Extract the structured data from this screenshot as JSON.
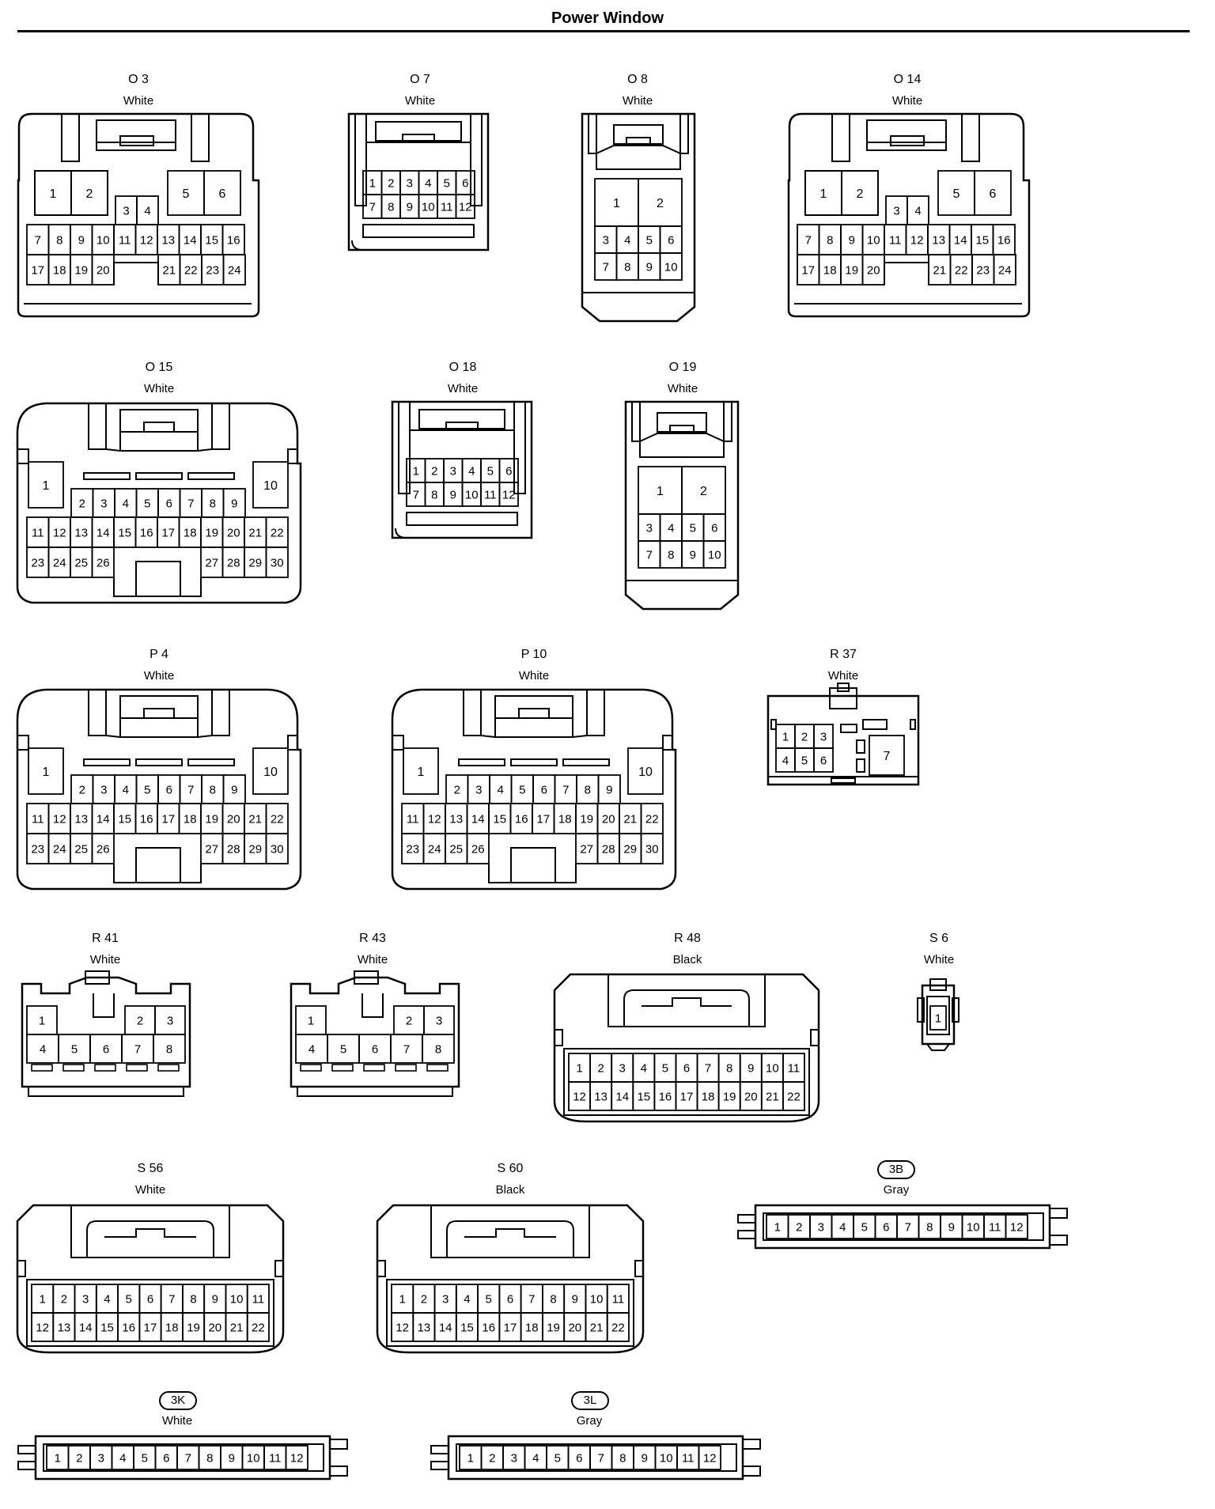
{
  "title": "Power Window",
  "connectors": [
    {
      "id": "O 3",
      "color": "White"
    },
    {
      "id": "O 7",
      "color": "White"
    },
    {
      "id": "O 8",
      "color": "White"
    },
    {
      "id": "O 14",
      "color": "White"
    },
    {
      "id": "O 15",
      "color": "White"
    },
    {
      "id": "O 18",
      "color": "White"
    },
    {
      "id": "O 19",
      "color": "White"
    },
    {
      "id": "P 4",
      "color": "White"
    },
    {
      "id": "P 10",
      "color": "White"
    },
    {
      "id": "R 37",
      "color": "White"
    },
    {
      "id": "R 41",
      "color": "White"
    },
    {
      "id": "R 43",
      "color": "White"
    },
    {
      "id": "R 48",
      "color": "Black"
    },
    {
      "id": "S 6",
      "color": "White"
    },
    {
      "id": "S 56",
      "color": "White"
    },
    {
      "id": "S 60",
      "color": "Black"
    },
    {
      "id": "3B",
      "color": "Gray"
    },
    {
      "id": "3K",
      "color": "White"
    },
    {
      "id": "3L",
      "color": "Gray"
    }
  ]
}
